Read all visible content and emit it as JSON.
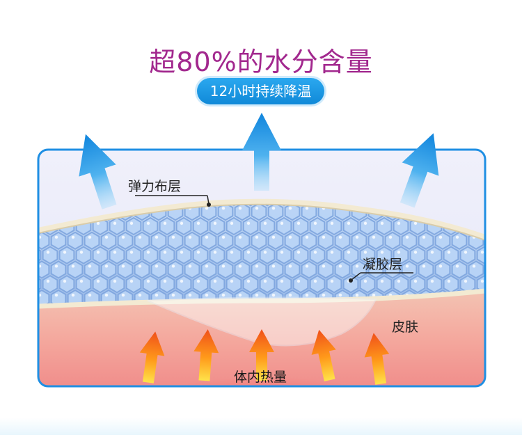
{
  "title": "超80%的水分含量",
  "subtitle": "12小时持续降温",
  "layers": {
    "elastic": "弹力布层",
    "gel": "凝胶层",
    "skin": "皮肤",
    "heat": "体内热量"
  },
  "colors": {
    "title": "#a2288e",
    "accent_blue": "#1a8ee0",
    "gel_blue": "#a9c9ef",
    "skin_pink": "#f2a6a0",
    "heat_red": "#ff2a2a",
    "heat_orange": "#ff9a1a"
  },
  "icons": {
    "cooling_arrow": "up-arrow-icon",
    "heat_arrow": "up-arrow-icon"
  }
}
